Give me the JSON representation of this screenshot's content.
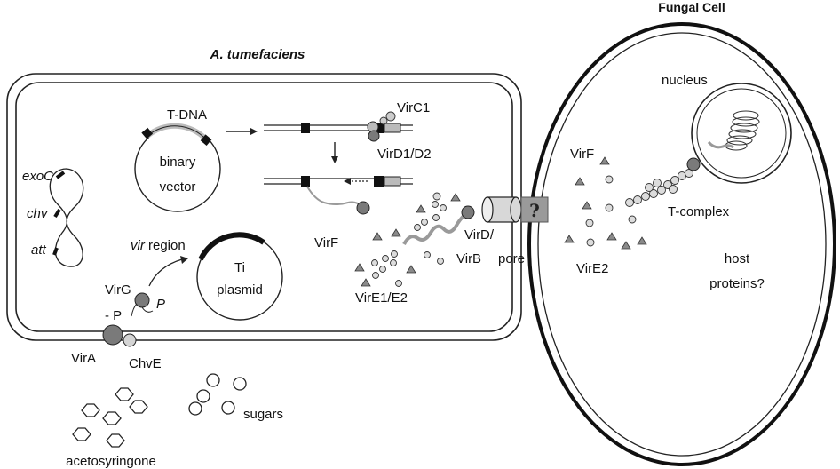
{
  "labels": {
    "fungal_cell": "Fungal Cell",
    "agrobacterium": "A. tumefaciens",
    "nucleus": "nucleus",
    "t_dna": "T-DNA",
    "virc1": "VirC1",
    "vird1_d2": "VirD1/D2",
    "binary": "binary",
    "vector": "vector",
    "exoc": "exoC",
    "chv": "chv",
    "att": "att",
    "virf_bacterium": "VirF",
    "virf_fungus": "VirF",
    "vird_line1": "VirD/",
    "virb_line2": "VirB",
    "pore": "pore",
    "question": "?",
    "t_complex": "T-complex",
    "vire2_fungus": "VirE2",
    "host": "host",
    "proteins": "proteins?",
    "vir": "vir",
    "region": " region",
    "ti": "Ti",
    "plasmid": "plasmid",
    "virg": "VirG",
    "minus_p": "- P",
    "p": "P",
    "vire1_e2": "VirE1/E2",
    "vira": "VirA",
    "chve": "ChvE",
    "sugars": "sugars",
    "acetosyringone": "acetosyringone"
  },
  "colors": {
    "stroke": "#222222",
    "protein_dark": "#7a7a7a",
    "protein_light": "#dcdcdc",
    "pore_gray": "#9a9a9a"
  }
}
